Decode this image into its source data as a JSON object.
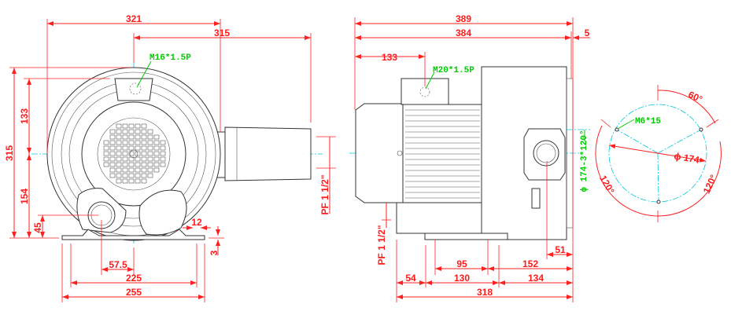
{
  "front_view": {
    "dims": {
      "overall_width": "321",
      "outlet_length": "315",
      "overall_height": "315",
      "upper_height": "133",
      "lower_height": "154",
      "inlet_height": "45",
      "inlet_offset": "57.5",
      "foot_span": "225",
      "base_width": "255",
      "foot_slot": "12",
      "base_thickness": "3"
    },
    "port_thread": "PF 1 1/2\"",
    "cable_gland": "M16*1.5P"
  },
  "side_view": {
    "dims": {
      "overall_length": "389",
      "body_length": "384",
      "flange_offset": "5",
      "terminal_offset": "133",
      "foot_left": "54",
      "foot_mid": "130",
      "foot_right": "134",
      "base_length": "318",
      "hole_spacing": "95",
      "hole_to_end": "152",
      "port_to_end": "51"
    },
    "port_thread": "PF 1 1/2\"",
    "cable_gland": "M20*1.5P",
    "flange_spec": "ϕ 174-3*120°"
  },
  "flange_view": {
    "angle_top": "60°",
    "angle_left": "120°",
    "angle_right": "120°",
    "hole_thread": "M6*15",
    "pcd": "ϕ 174"
  }
}
